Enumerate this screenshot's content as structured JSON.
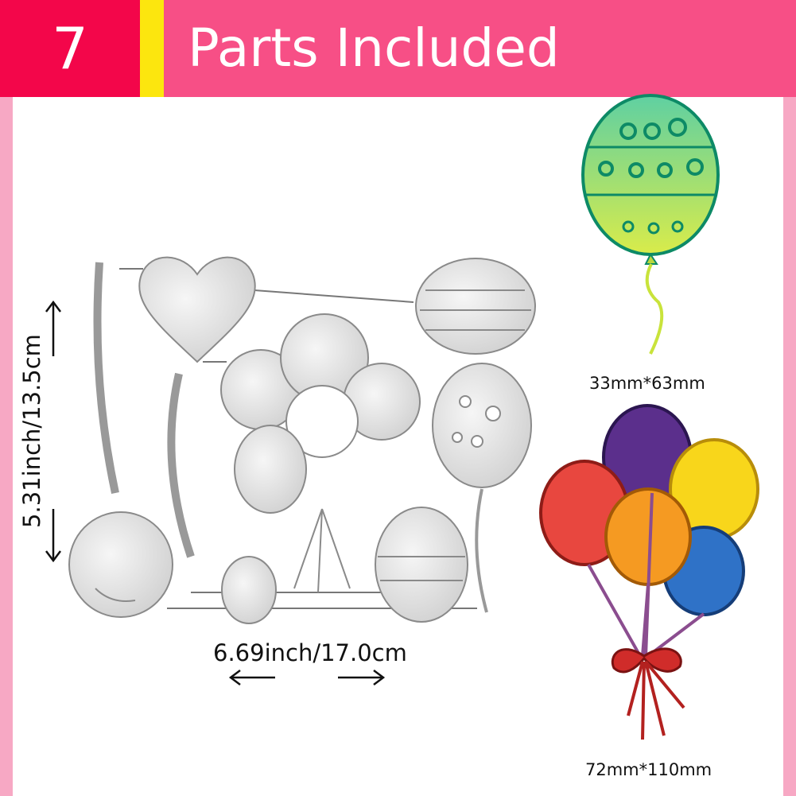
{
  "header": {
    "number": "7",
    "title": "Parts Included"
  },
  "dimensions": {
    "width_label": "6.69inch/17.0cm",
    "height_label": "5.31inch/13.5cm"
  },
  "samples": [
    {
      "size": "33mm*63mm"
    },
    {
      "size": "72mm*110mm"
    }
  ],
  "colors": {
    "header": "#f74f86",
    "number_box": "#f3064a",
    "strip": "#fce60e",
    "side": "#f7a8c4"
  }
}
